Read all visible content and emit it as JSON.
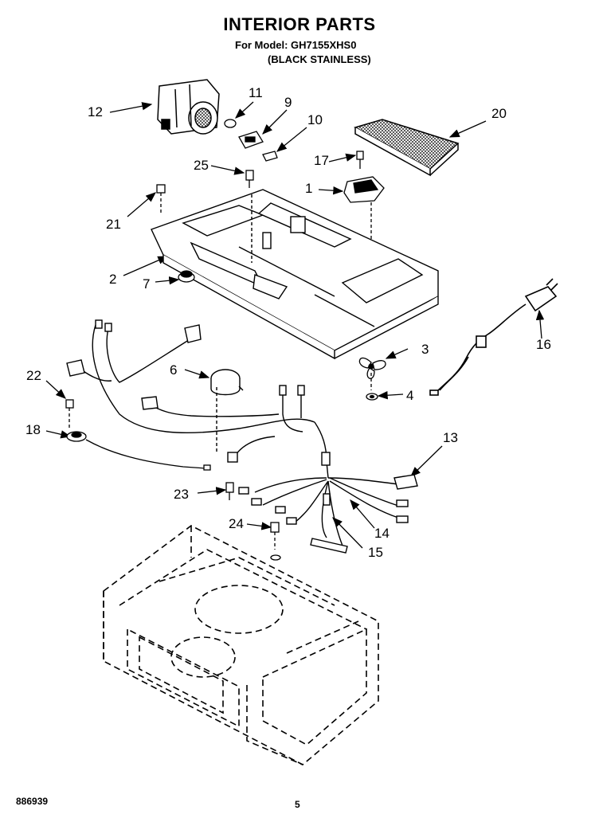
{
  "header": {
    "title": "INTERIOR PARTS",
    "model_line": "For Model: GH7155XHS0",
    "variant_line": "(BLACK STAINLESS)"
  },
  "callouts": {
    "c1": "1",
    "c2": "2",
    "c3": "3",
    "c4": "4",
    "c6": "6",
    "c7": "7",
    "c9": "9",
    "c10": "10",
    "c11": "11",
    "c12": "12",
    "c13": "13",
    "c14": "14",
    "c15": "15",
    "c16": "16",
    "c17": "17",
    "c18": "18",
    "c20": "20",
    "c21": "21",
    "c22": "22",
    "c23": "23",
    "c24": "24",
    "c25": "25"
  },
  "footer": {
    "doc_number": "886939",
    "page_number": "5"
  }
}
